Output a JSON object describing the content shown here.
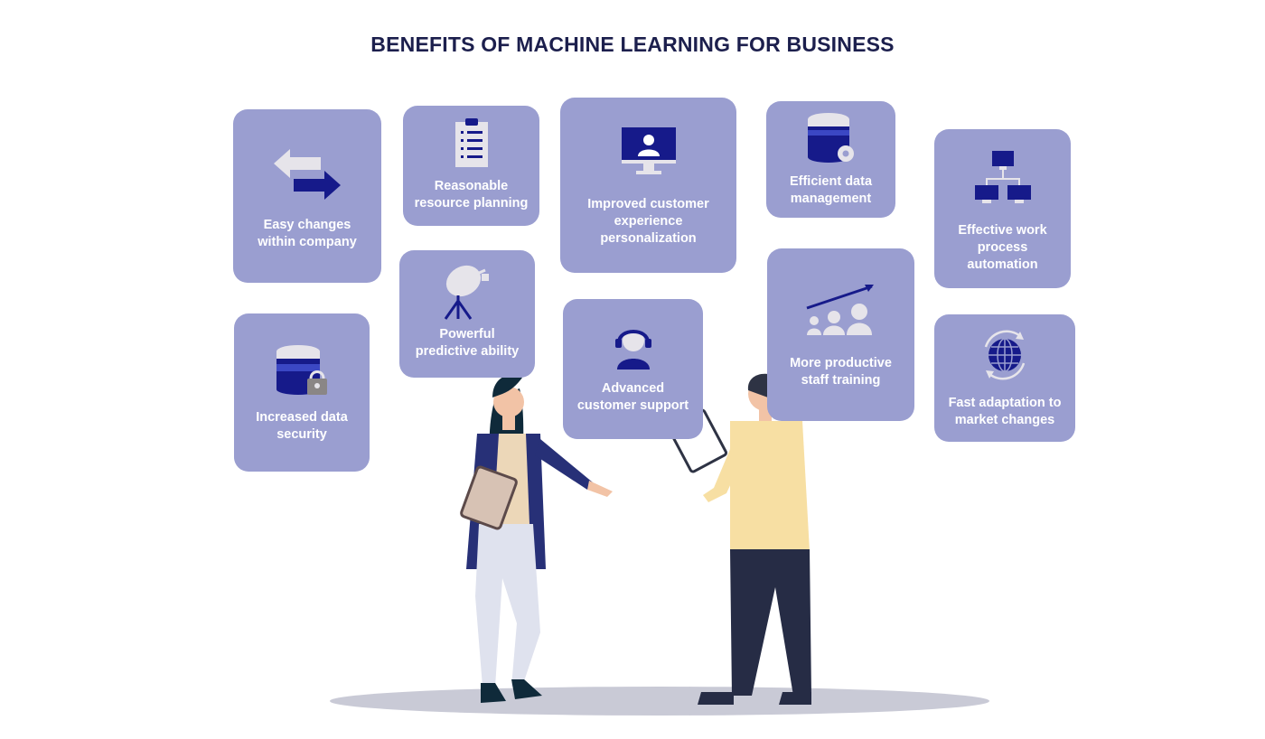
{
  "title": "BENEFITS OF MACHINE LEARNING FOR BUSINESS",
  "colors": {
    "card_bg": "#9a9ed0",
    "title": "#1c1f4d",
    "icon_dark": "#161a8a",
    "icon_light": "#e6e4ea"
  },
  "benefits": [
    {
      "icon": "arrows-exchange-icon",
      "label": "Easy changes\nwithin company"
    },
    {
      "icon": "clipboard-list-icon",
      "label": "Reasonable\nresource planning"
    },
    {
      "icon": "monitor-user-icon",
      "label": "Improved customer\nexperience\npersonalization"
    },
    {
      "icon": "database-gear-icon",
      "label": "Efficient data\nmanagement"
    },
    {
      "icon": "network-computers-icon",
      "label": "Effective work\nprocess\nautomation"
    },
    {
      "icon": "database-lock-icon",
      "label": "Increased data\nsecurity"
    },
    {
      "icon": "satellite-dish-icon",
      "label": "Powerful\npredictive ability"
    },
    {
      "icon": "headset-support-icon",
      "label": "Advanced\ncustomer support"
    },
    {
      "icon": "team-growth-icon",
      "label": "More productive\nstaff training"
    },
    {
      "icon": "globe-sync-icon",
      "label": "Fast adaptation to\nmarket changes"
    }
  ]
}
